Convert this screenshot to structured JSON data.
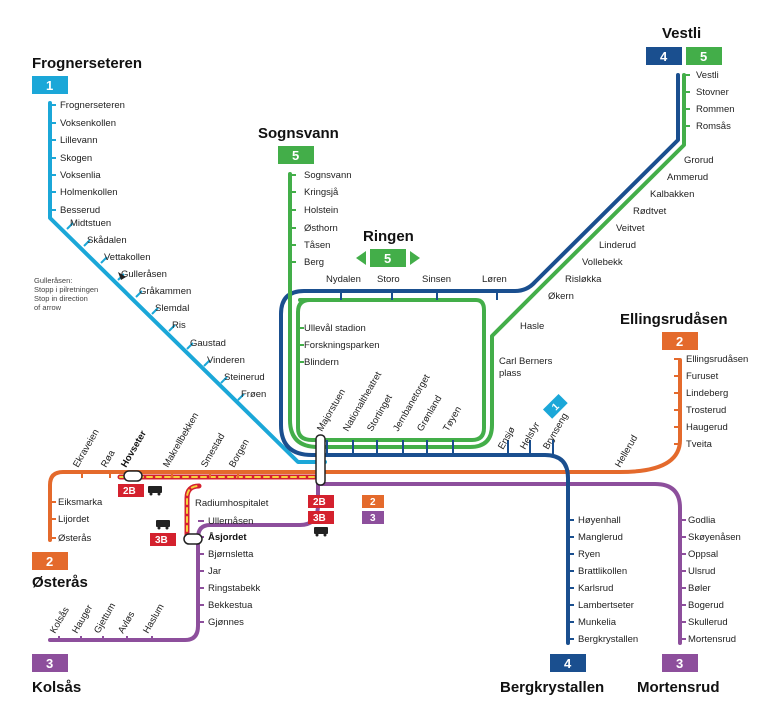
{
  "colors": {
    "line1": "#1ba7d8",
    "line2": "#e46a2c",
    "line3": "#8d4f9c",
    "line4": "#1a4f8f",
    "line5": "#43ae49",
    "bus": "#d4212e"
  },
  "lines": {
    "l1": "1",
    "l2": "2",
    "l3": "3",
    "l4": "4",
    "l5": "5",
    "b2": "2B",
    "b3": "3B"
  },
  "terminals": {
    "frognerseteren": "Frognerseteren",
    "sognsvann": "Sognsvann",
    "vestli": "Vestli",
    "ringen": "Ringen",
    "ellingsrudasen": "Ellingsrudåsen",
    "osteras": "Østerås",
    "kolsas": "Kolsås",
    "bergkrystallen": "Bergkrystallen",
    "mortensrud": "Mortensrud"
  },
  "note": {
    "l1": "Gulleråsen:",
    "l2": "Stopp i pilretningen",
    "l3": "Stop in direction",
    "l4": "of arrow"
  },
  "stations": {
    "line1": [
      "Frognerseteren",
      "Voksenkollen",
      "Lillevann",
      "Skogen",
      "Voksenlia",
      "Holmenkollen",
      "Besserud",
      "Midtstuen",
      "Skådalen",
      "Vettakollen",
      "Gulleråsen",
      "Gråkammen",
      "Slemdal",
      "Ris",
      "Gaustad",
      "Vinderen",
      "Steinerud",
      "Frøen"
    ],
    "line5n": [
      "Sognsvann",
      "Kringsjå",
      "Holstein",
      "Østhorn",
      "Tåsen",
      "Berg"
    ],
    "ringw": [
      "Ullevål stadion",
      "Forskningsparken",
      "Blindern"
    ],
    "ringtop": [
      "Nydalen",
      "Storo",
      "Sinsen",
      "Løren"
    ],
    "east": [
      "Vestli",
      "Stovner",
      "Rommen",
      "Romsås",
      "Grorud",
      "Ammerud",
      "Kalbakken",
      "Rødtvet",
      "Veitvet",
      "Linderud",
      "Vollebekk",
      "Risløkka",
      "Økern",
      "Hasle",
      "Carl Berners",
      "plass"
    ],
    "center": [
      "Majorstuen",
      "Nationaltheatret",
      "Stortinget",
      "Jernbanetorget",
      "Grønland",
      "Tøyen",
      "Ensjø",
      "Helsfyr",
      "Brynseng",
      "Hellerud"
    ],
    "line2e": [
      "Ellingsrudåsen",
      "Furuset",
      "Lindeberg",
      "Trosterud",
      "Haugerud",
      "Tveita"
    ],
    "line2w": [
      "Eiksmarka",
      "Lijordet",
      "Østerås"
    ],
    "west": [
      "Ekraveien",
      "Røa",
      "Hovseter",
      "Makrellbekken",
      "Smestad",
      "Borgen"
    ],
    "radium": "Radiumhospitalet",
    "line3w": [
      "Ullernåsen",
      "Åsjordet",
      "Bjørnsletta",
      "Jar",
      "Ringstabekk",
      "Bekkestua",
      "Gjønnes"
    ],
    "kolsas": [
      "Kolsås",
      "Hauger",
      "Gjettum",
      "Avløs",
      "Haslum"
    ],
    "line4s": [
      "Høyenhall",
      "Manglerud",
      "Ryen",
      "Brattlikollen",
      "Karlsrud",
      "Lambertseter",
      "Munkelia",
      "Bergkrystallen"
    ],
    "line3e": [
      "Godlia",
      "Skøyenåsen",
      "Oppsal",
      "Ulsrud",
      "Bøler",
      "Bogerud",
      "Skullerud",
      "Mortensrud"
    ]
  }
}
